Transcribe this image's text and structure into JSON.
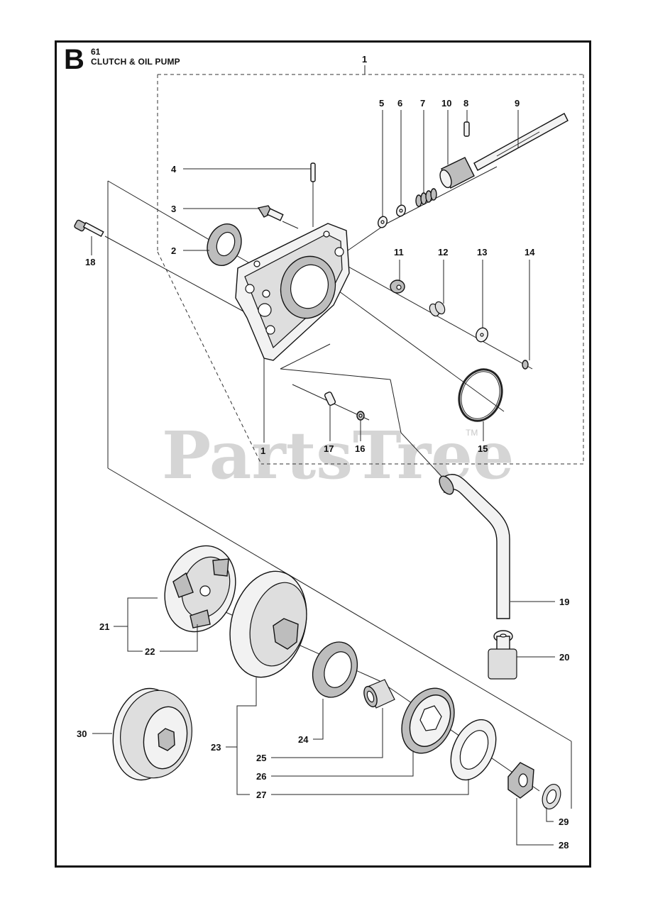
{
  "header": {
    "section_letter": "B",
    "page_number": "61",
    "title": "CLUTCH & OIL PUMP"
  },
  "watermark": {
    "text": "PartsTree",
    "trademark": "TM"
  },
  "callouts": {
    "c1_top": "1",
    "c1_bottom": "1",
    "c2": "2",
    "c3": "3",
    "c4": "4",
    "c5": "5",
    "c6": "6",
    "c7": "7",
    "c8": "8",
    "c9": "9",
    "c10": "10",
    "c11": "11",
    "c12": "12",
    "c13": "13",
    "c14": "14",
    "c15": "15",
    "c16": "16",
    "c17": "17",
    "c18": "18",
    "c19": "19",
    "c20": "20",
    "c21": "21",
    "c22": "22",
    "c23": "23",
    "c24": "24",
    "c25": "25",
    "c26": "26",
    "c27": "27",
    "c28": "28",
    "c29": "29",
    "c30": "30"
  },
  "colors": {
    "ink": "#111111",
    "watermark": "#c8c8c8",
    "part_fill": "#f2f2f2",
    "part_shade": "#bdbdbd"
  }
}
